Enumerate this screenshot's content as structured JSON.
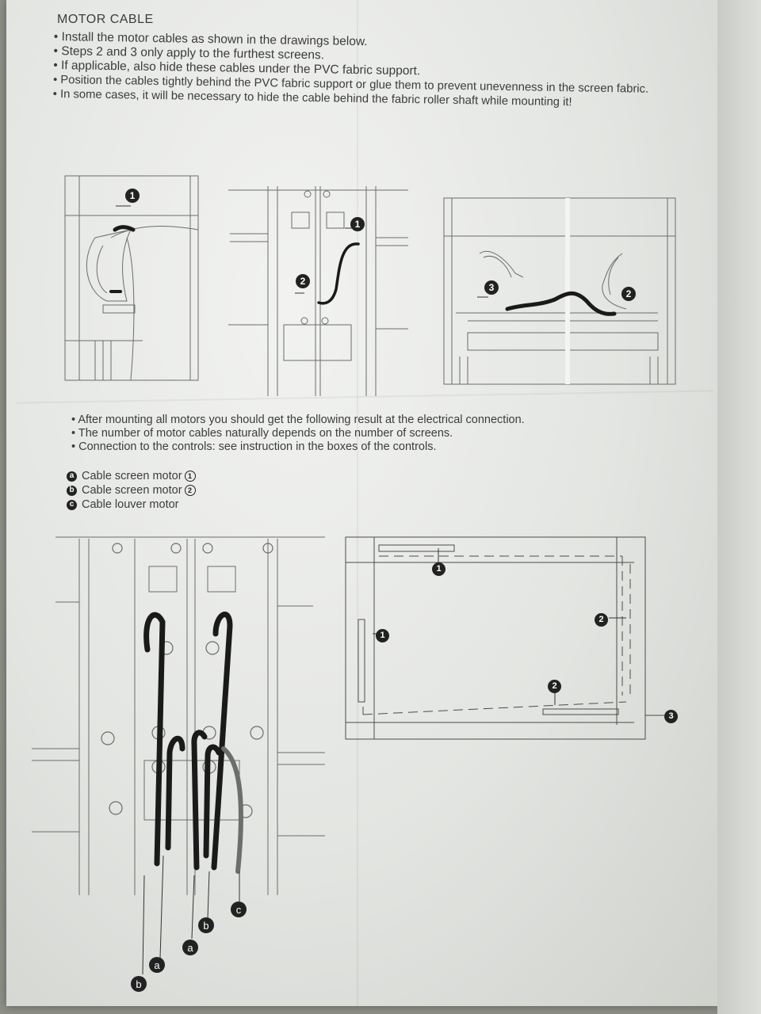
{
  "heading": "MOTOR CABLE",
  "instructions": [
    "Install the motor cables as shown in the drawings below.",
    "Steps 2 and 3 only apply to the furthest screens.",
    "If applicable, also hide these cables under the PVC fabric support.",
    "Position the cables tightly behind the PVC fabric support or glue them to prevent unevenness in the screen fabric.",
    "In some cases, it will be necessary to hide the cable behind the fabric roller shaft while mounting it!"
  ],
  "result_notes": [
    "After mounting all motors you should get the following result at the electrical connection.",
    "The number of motor cables naturally depends on the number of screens.",
    "Connection to the controls: see instruction in the boxes of the controls."
  ],
  "legend": [
    {
      "letter": "a",
      "text": "Cable screen motor",
      "step": "1"
    },
    {
      "letter": "b",
      "text": "Cable screen motor",
      "step": "2"
    },
    {
      "letter": "c",
      "text": "Cable louver motor"
    }
  ],
  "step_markers": {
    "one": "1",
    "two": "2",
    "three": "3"
  },
  "cable_labels": {
    "a": "a",
    "b": "b",
    "c": "c"
  },
  "colors": {
    "ink": "#3b3d3c",
    "cable": "#1a1a1a",
    "louver_cable": "#555555"
  }
}
